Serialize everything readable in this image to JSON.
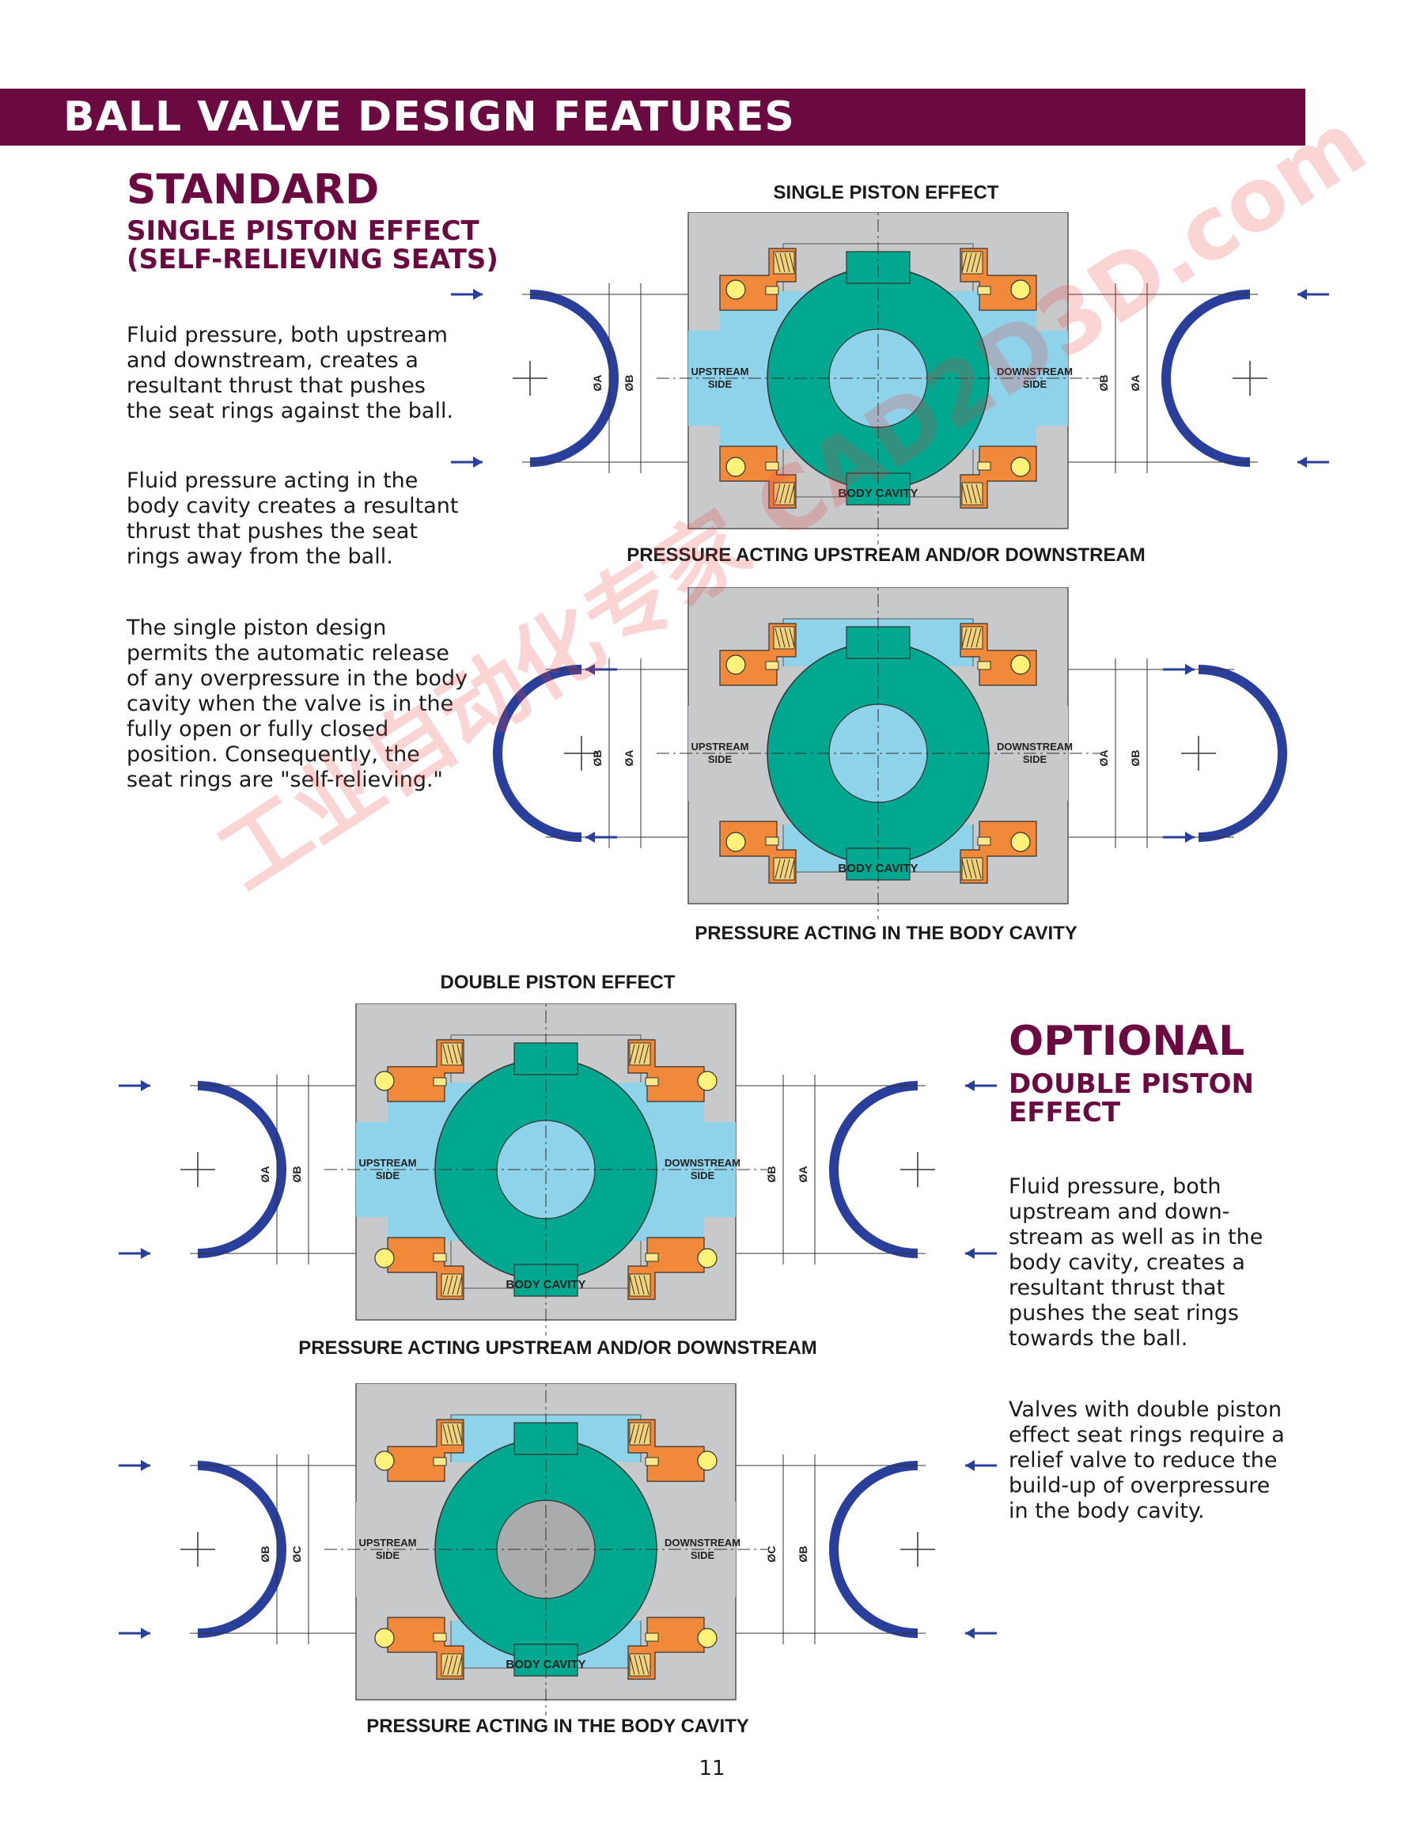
{
  "banner": {
    "title": "BALL VALVE DESIGN FEATURES"
  },
  "standard": {
    "heading": "STANDARD",
    "subheading_line1": "SINGLE PISTON EFFECT",
    "subheading_line2": "(SELF-RELIEVING SEATS)",
    "paragraphs": [
      "Fluid pressure, both upstream\nand downstream, creates a\nresultant thrust that pushes\nthe seat rings against the ball.",
      "Fluid pressure acting in the\nbody cavity creates a resultant\nthrust that pushes  the seat\nrings away from the ball.",
      "The single piston design\npermits the automatic release\nof any overpressure in the body\ncavity when the valve is in the\nfully open or fully closed\nposition. Consequently, the\nseat rings are \"self-relieving.\""
    ]
  },
  "optional": {
    "heading": "OPTIONAL",
    "subheading_line1": "DOUBLE PISTON",
    "subheading_line2": "EFFECT",
    "paragraphs": [
      "Fluid pressure, both\nupstream and down-\nstream as well as in the\nbody cavity, creates a\nresultant thrust that\npushes the seat rings\ntowards the ball.",
      "Valves with double piston\neffect seat rings require a\nrelief valve to reduce the\nbuild-up of overpressure\nin the body cavity."
    ]
  },
  "diagram_titles": {
    "single": "SINGLE PISTON EFFECT",
    "double": "DOUBLE PISTON EFFECT"
  },
  "diagrams": [
    {
      "caption": "PRESSURE ACTING UPSTREAM AND/OR DOWNSTREAM",
      "upstream": "UPSTREAM\nSIDE",
      "downstream": "DOWNSTREAM\nSIDE",
      "cavity": "BODY CAVITY",
      "left_dims": [
        "ØA",
        "ØB"
      ],
      "right_dims": [
        "ØB",
        "ØA"
      ]
    },
    {
      "caption": "PRESSURE ACTING IN THE BODY CAVITY",
      "upstream": "UPSTREAM\nSIDE",
      "downstream": "DOWNSTREAM\nSIDE",
      "cavity": "BODY CAVITY",
      "left_dims": [
        "ØB",
        "ØA"
      ],
      "right_dims": [
        "ØA",
        "ØB"
      ]
    },
    {
      "caption": "PRESSURE ACTING UPSTREAM AND/OR DOWNSTREAM",
      "upstream": "UPSTREAM\nSIDE",
      "downstream": "DOWNSTREAM\nSIDE",
      "cavity": "BODY CAVITY",
      "left_dims": [
        "ØA",
        "ØB"
      ],
      "right_dims": [
        "ØB",
        "ØA"
      ]
    },
    {
      "caption": "PRESSURE ACTING IN THE BODY CAVITY",
      "upstream": "UPSTREAM\nSIDE",
      "downstream": "DOWNSTREAM\nSIDE",
      "cavity": "BODY CAVITY",
      "left_dims": [
        "ØB",
        "ØC"
      ],
      "right_dims": [
        "ØC",
        "ØB"
      ]
    }
  ],
  "watermark": "工业自动化专家 CAD2D3D.com",
  "page_number": "11",
  "colors": {
    "banner": "#6b0a40",
    "heading": "#6b0a40",
    "body_gray": "#c8c9cb",
    "fluid_blue": "#8fd3ea",
    "ball_green": "#00a88f",
    "seat_orange": "#f08a3a",
    "ring_blue": "#2a3f9c"
  }
}
